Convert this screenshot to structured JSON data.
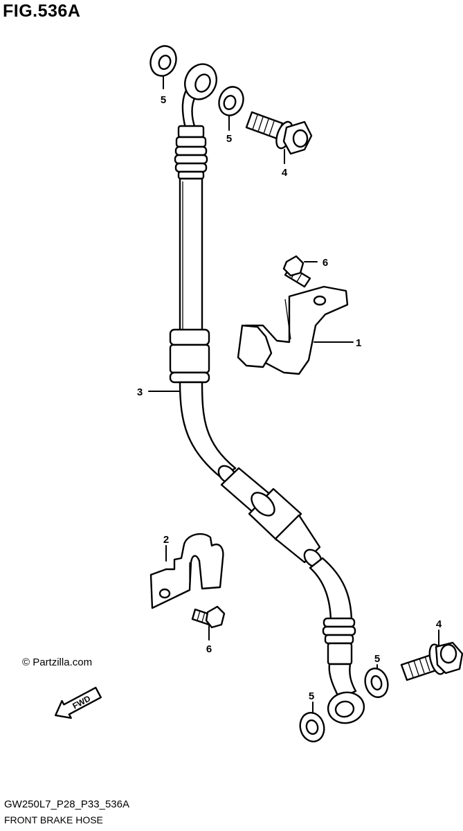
{
  "header": {
    "title": "FIG.536A"
  },
  "callouts": {
    "c1": "1",
    "c2": "2",
    "c3": "3",
    "c4a": "4",
    "c4b": "4",
    "c5a": "5",
    "c5b": "5",
    "c5c": "5",
    "c5d": "5",
    "c6a": "6",
    "c6b": "6"
  },
  "fwd_label": "FWD",
  "copyright": "© Partzilla.com",
  "footer": {
    "code": "GW250L7_P28_P33_536A",
    "caption": "FRONT BRAKE HOSE"
  }
}
